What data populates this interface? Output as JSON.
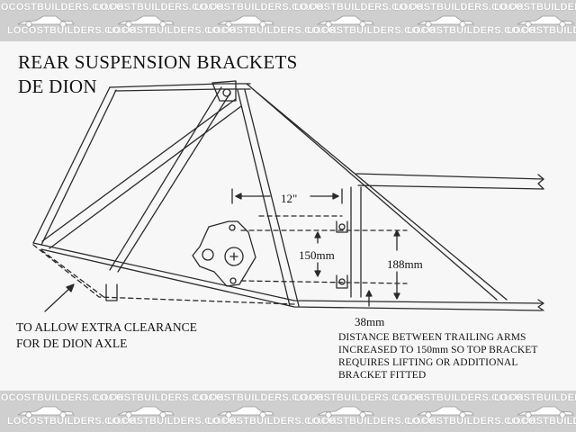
{
  "watermark": {
    "text": "LOCOSTBUILDERS.CO.UK",
    "band_color": "#cfcfcf",
    "icon": "car-icon"
  },
  "diagram": {
    "title_line1": "REAR SUSPENSION BRACKETS",
    "title_line2": "DE DION",
    "dimension_top": "12\"",
    "dimension_inner": "150mm",
    "dimension_outer": "188mm",
    "dimension_bottom": "38mm",
    "note_left_line1": "TO ALLOW EXTRA CLEARANCE",
    "note_left_line2": "FOR DE DION AXLE",
    "note_right_line1": "DISTANCE BETWEEN TRAILING ARMS",
    "note_right_line2": "INCREASED TO 150mm SO TOP BRACKET",
    "note_right_line3": "REQUIRES LIFTING OR ADDITIONAL",
    "note_right_line4": "BRACKET FITTED",
    "line_color": "#2a2a2a",
    "paper_color": "#f7f7f7"
  }
}
